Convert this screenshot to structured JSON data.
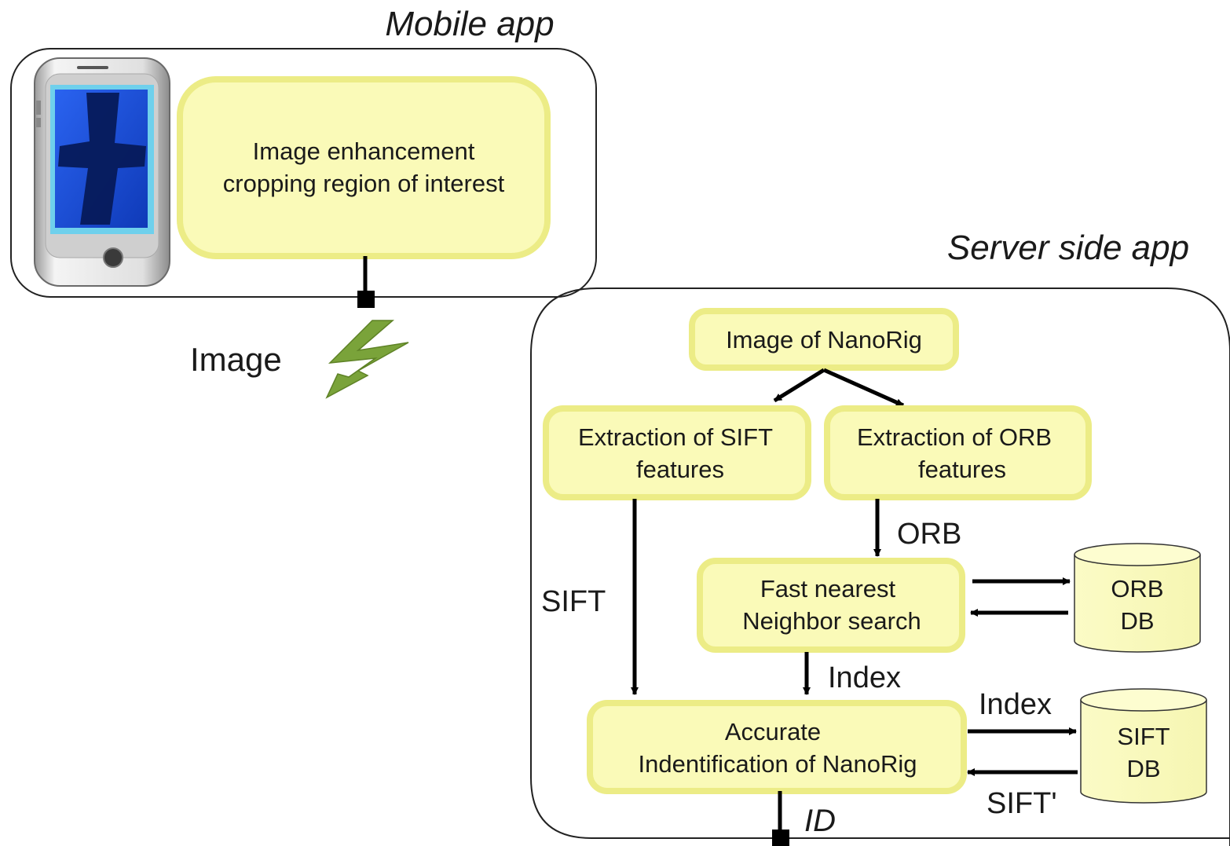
{
  "containers": {
    "mobile_title": "Mobile app",
    "server_title": "Server side app"
  },
  "mobile": {
    "process_line1": "Image enhancement",
    "process_line2": "cropping region of interest",
    "phone_icon": "smartphone-icon",
    "transmit_icon": "lightning-bolt-icon",
    "transmit_label": "Image",
    "transmit_color": "#7aa33a"
  },
  "server": {
    "input_box": "Image of NanoRig",
    "sift_box_line1": "Extraction of SIFT",
    "sift_box_line2": "features",
    "orb_box_line1": "Extraction of ORB",
    "orb_box_line2": "features",
    "search_box_line1": "Fast nearest",
    "search_box_line2": "Neighbor search",
    "accurate_box_line1": "Accurate",
    "accurate_box_line2": "Indentification of NanoRig",
    "orb_db_line1": "ORB",
    "orb_db_line2": "DB",
    "sift_db_line1": "SIFT",
    "sift_db_line2": "DB"
  },
  "edges": {
    "orb_label": "ORB",
    "sift_label": "SIFT",
    "index_label": "Index",
    "index_to_db_label": "Index",
    "sift_prime_label": "SIFT'",
    "id_label": "ID"
  },
  "colors": {
    "box_fill": "#fafab8",
    "box_border": "#ecec86",
    "db_fill": "#fbfbc6",
    "screen_blue": "#1a4fd8"
  }
}
